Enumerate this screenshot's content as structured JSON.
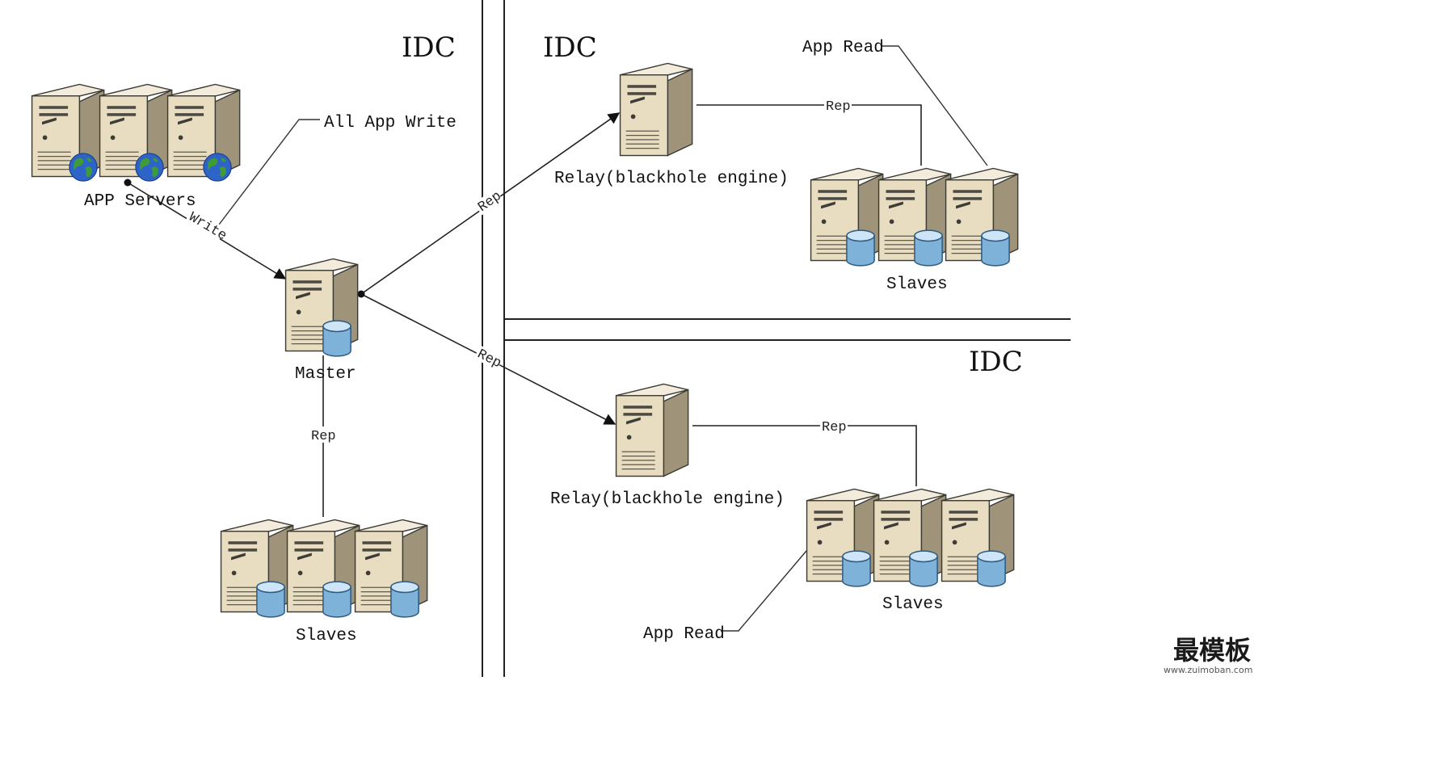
{
  "zones": {
    "idc_left": "IDC",
    "idc_top_right": "IDC",
    "idc_bottom_right": "IDC"
  },
  "nodes": {
    "app_servers": "APP Servers",
    "master": "Master",
    "relay_top": "Relay(blackhole engine)",
    "relay_bottom": "Relay(blackhole engine)",
    "slaves_left": "Slaves",
    "slaves_top_right": "Slaves",
    "slaves_bottom_right": "Slaves"
  },
  "edges": {
    "write": "Write",
    "master_to_slaves": "Rep",
    "master_to_relay_top": "Rep",
    "master_to_relay_bottom": "Rep",
    "relay_top_to_slaves": "Rep",
    "relay_bottom_to_slaves": "Rep"
  },
  "annotations": {
    "all_app_write": "All App Write",
    "app_read_top": "App Read",
    "app_read_bottom": "App Read"
  },
  "watermark": {
    "main": "最模板",
    "sub": "www.zuimoban.com"
  },
  "colors": {
    "server_front": "#e8dcc1",
    "server_side": "#9f947a",
    "database": "#7fb2d8",
    "globe": "#2e64c8"
  }
}
